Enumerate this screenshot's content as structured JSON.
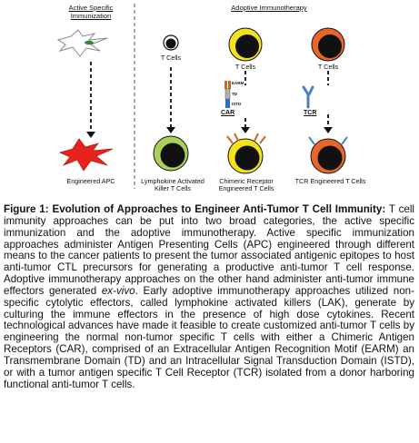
{
  "figure": {
    "section_active": "Active Specific\nImmunization",
    "section_adoptive": "Adoptive Immunotherapy",
    "label_tcells": "T Cells",
    "label_engineered_apc": "Engineered APC",
    "label_lak": "Lymphokine Activated\nKiller T Cells",
    "label_car_cells": "Chimeric Receptor\nEngineered T Cells",
    "label_tcr_cells": "TCR Engineered T Cells",
    "label_car": "CAR",
    "label_tcr": "TCR",
    "label_earm": "EARM",
    "label_td": "TD",
    "label_istd": "ISTD",
    "colors": {
      "apc": "#e8231c",
      "nucleus": "#111111",
      "yellow_ring": "#f4e31a",
      "orange_ring": "#e8662a",
      "lak_ring": "#a8d05a",
      "tcr_receptor": "#4a7fc0",
      "car_receptor": "#c8681f"
    }
  },
  "caption": {
    "title": "Figure 1: Evolution of Approaches to Engineer Anti-Tumor T Cell Immunity:",
    "body": " T cell immunity approaches can be put into two broad categories, the active specific immunization and the adoptive immunotherapy. Active specific immunization approaches administer Antigen Presenting Cells (APC) engineered through different means to the cancer patients to present the tumor associated antigenic epitopes to host anti-tumor CTL precursors for generating a productive anti-tumor T cell response. Adoptive immunotherapy approaches on the other hand administer anti-tumor immune effectors generated ",
    "ex_vivo": "ex-vivo",
    "body2": ". Early adoptive immunotherapy approaches utilized non-specific cytolytic effectors, called lymphokine activated killers (LAK), generate by culturing the immune effectors in the presence of high dose cytokines. Recent technological advances have made it feasible to create customized anti-tumor T cells by engineering the normal non-tumor specific T cells with either a Chimeric Antigen Receptors (CAR), comprised of an Extracellular Antigen Recognition Motif (EARM) an Transmembrane Domain (TD) and an Intracellular Signal Transduction Domain (ISTD), or with a tumor antigen specific T Cell Receptor (TCR) isolated from a donor harboring functional anti-tumor T cells."
  }
}
